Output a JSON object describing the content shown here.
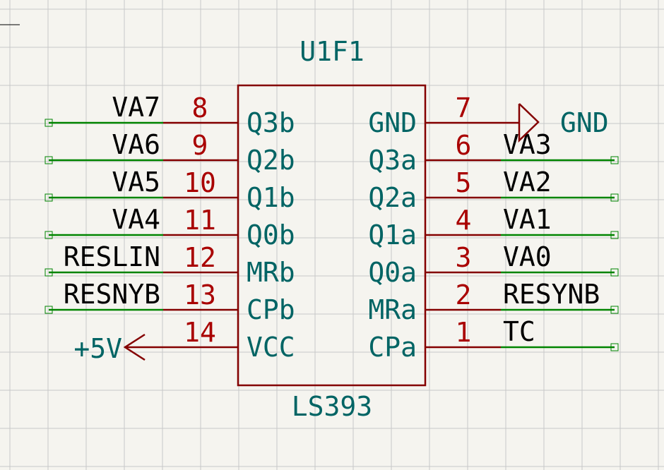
{
  "component": {
    "reference": "U1F1",
    "value": "LS393",
    "left_pins": [
      {
        "number": "8",
        "name": "Q3b",
        "net": "VA7"
      },
      {
        "number": "9",
        "name": "Q2b",
        "net": "VA6"
      },
      {
        "number": "10",
        "name": "Q1b",
        "net": "VA5"
      },
      {
        "number": "11",
        "name": "Q0b",
        "net": "VA4"
      },
      {
        "number": "12",
        "name": "MRb",
        "net": "RESLIN"
      },
      {
        "number": "13",
        "name": "CPb",
        "net": "RESNYB"
      },
      {
        "number": "14",
        "name": "VCC",
        "net": ""
      }
    ],
    "right_pins": [
      {
        "number": "7",
        "name": "GND",
        "net": ""
      },
      {
        "number": "6",
        "name": "Q3a",
        "net": "VA3"
      },
      {
        "number": "5",
        "name": "Q2a",
        "net": "VA2"
      },
      {
        "number": "4",
        "name": "Q1a",
        "net": "VA1"
      },
      {
        "number": "3",
        "name": "Q0a",
        "net": "VA0"
      },
      {
        "number": "2",
        "name": "MRa",
        "net": "RESYNB"
      },
      {
        "number": "1",
        "name": "CPa",
        "net": "TC"
      }
    ]
  },
  "power": {
    "vcc_label": "+5V",
    "gnd_label": "GND"
  },
  "colors": {
    "background": "#f5f4ef",
    "grid": "#c8c8c8",
    "component_outline": "#840000",
    "pin_number": "#a90000",
    "text_teal": "#006464",
    "wire": "#008400",
    "net_label": "#000000"
  }
}
